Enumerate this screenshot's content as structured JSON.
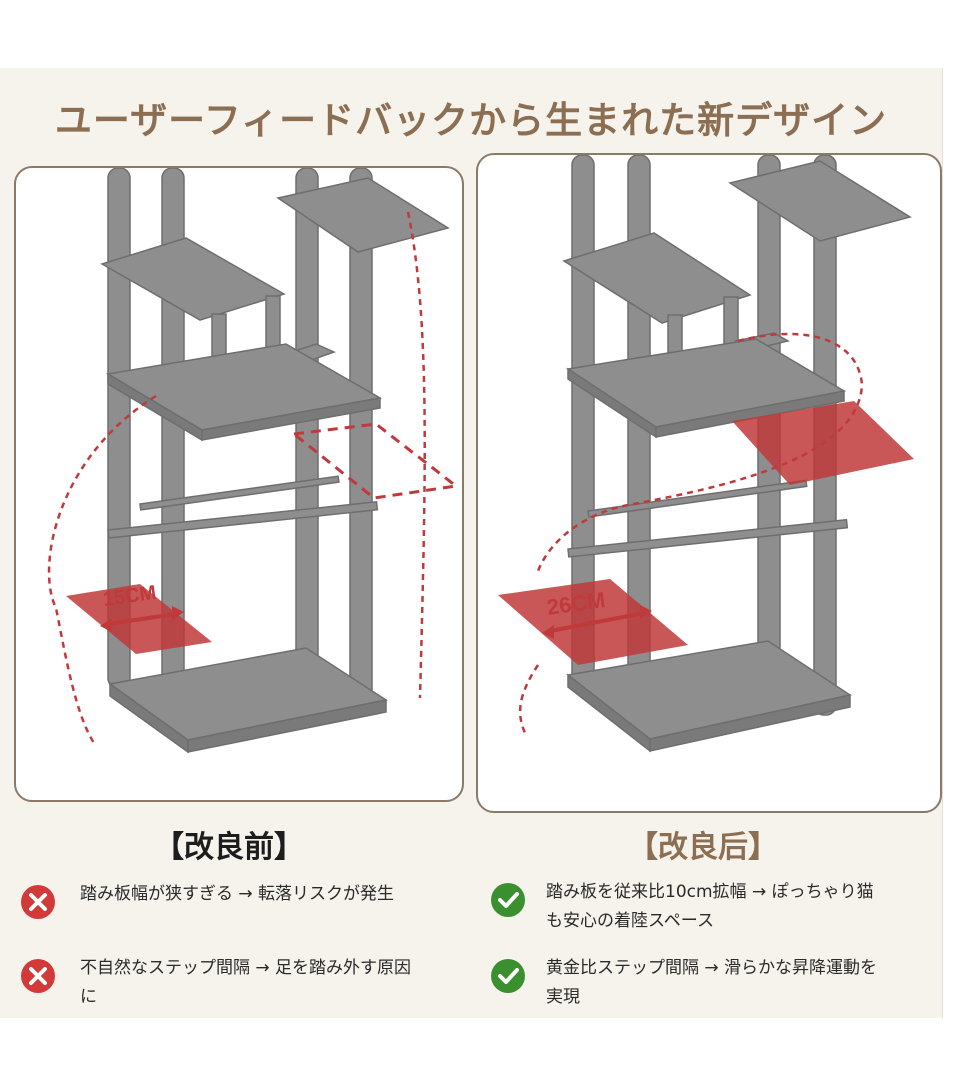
{
  "headline": "ユーザーフィードバックから生まれた新デザイン",
  "colors": {
    "headline": "#8c6e52",
    "band": "#f6f2ec",
    "frame": "#8c7a68",
    "tree_gray": "#8e8e8e",
    "highlight_red": "#c0393b",
    "cross_red": "#d23a3a",
    "check_green": "#3a8f2e"
  },
  "before": {
    "title": "【改良前】",
    "image": {
      "width_label": "15CM"
    },
    "items": [
      {
        "icon": "cross-icon",
        "text": "踏み板幅が狭すぎる → 転落リスクが発生"
      },
      {
        "icon": "cross-icon",
        "text": "不自然なステップ間隔 → 足を踏み外す原因に"
      }
    ]
  },
  "after": {
    "title": "【改良后】",
    "image": {
      "width_label": "26CM"
    },
    "items": [
      {
        "icon": "check-icon",
        "text": "踏み板を従来比10cm拡幅 → ぽっちゃり猫も安心の着陸スペース"
      },
      {
        "icon": "check-icon",
        "text": "黄金比ステップ間隔 → 滑らかな昇降運動を実現"
      }
    ]
  }
}
